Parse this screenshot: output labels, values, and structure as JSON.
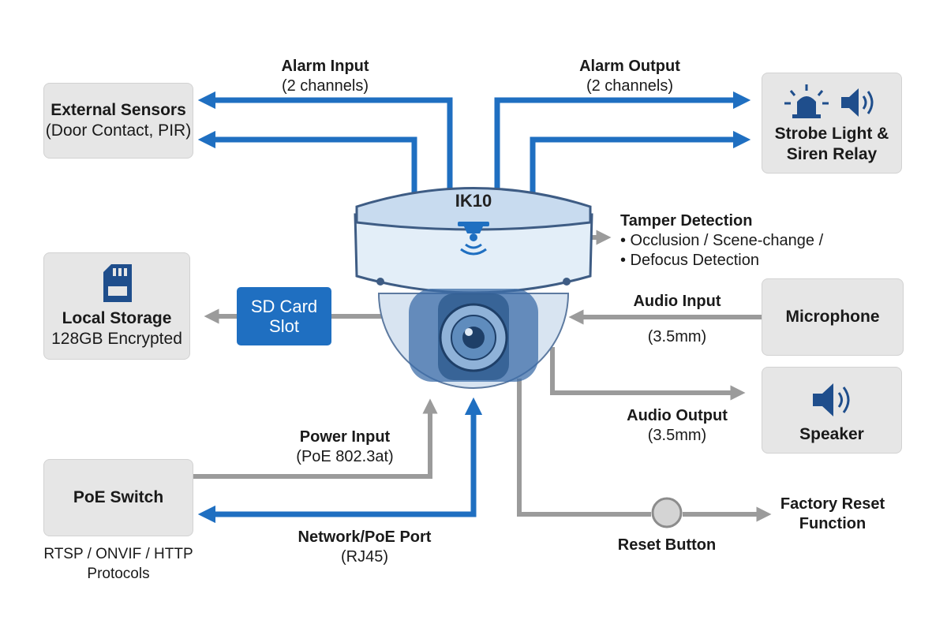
{
  "camera": {
    "rating": "IK10"
  },
  "boxes": {
    "external_sensors": {
      "title": "External Sensors",
      "subtitle": "(Door Contact, PIR)"
    },
    "strobe": {
      "line1": "Strobe Light &",
      "line2": "Siren Relay"
    },
    "local_storage": {
      "title": "Local Storage",
      "subtitle": "128GB Encrypted"
    },
    "sd_slot": {
      "line1": "SD Card",
      "line2": "Slot"
    },
    "microphone": {
      "title": "Microphone"
    },
    "speaker": {
      "title": "Speaker"
    },
    "poe_switch": {
      "title": "PoE Switch"
    }
  },
  "labels": {
    "alarm_input": {
      "title": "Alarm Input",
      "detail": "(2 channels)"
    },
    "alarm_output": {
      "title": "Alarm Output",
      "detail": "(2 channels)"
    },
    "tamper": {
      "title": "Tamper Detection",
      "line1": "• Occlusion / Scene-change /",
      "line2": "• Defocus Detection"
    },
    "audio_input": {
      "title": "Audio Input",
      "detail": "(3.5mm)"
    },
    "audio_output": {
      "title": "Audio Output",
      "detail": "(3.5mm)"
    },
    "power_input": {
      "title": "Power Input",
      "detail": "(PoE 802.3at)"
    },
    "network": {
      "title": "Network/PoE Port",
      "detail": "(RJ45)"
    },
    "reset_button": {
      "title": "Reset Button"
    },
    "factory_reset": {
      "line1": "Factory Reset",
      "line2": "Function"
    },
    "protocols": {
      "line1": "RTSP / ONVIF / HTTP",
      "line2": "Protocols"
    }
  },
  "colors": {
    "blue": "#1f6fc1",
    "gray": "#9b9b9b",
    "box": "#e6e6e6",
    "camera_body": "#dbe8f5"
  },
  "icons": [
    "sd-card-icon",
    "strobe-light-icon",
    "speaker-icon",
    "tamper-sensor-icon",
    "camera-lens-icon"
  ]
}
